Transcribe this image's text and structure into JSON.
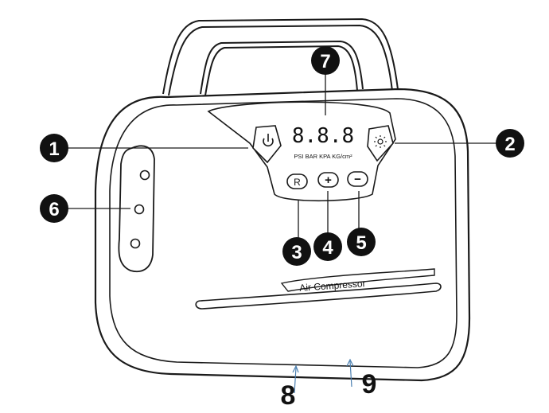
{
  "display": {
    "reading": "8.8.8",
    "units": "PSI  BAR  KPA  KG/cm²"
  },
  "product_label": "Air Compressor",
  "buttons": {
    "reset": "R",
    "plus": "+",
    "minus": "−"
  },
  "callouts": {
    "power": "1",
    "light": "2",
    "reset": "3",
    "plus": "4",
    "minus": "5",
    "side_ports": "6",
    "display": "7",
    "bottom_left": "8",
    "bottom_right": "9"
  },
  "icons": {
    "power": "power-icon",
    "light": "sun-icon"
  },
  "colors": {
    "callout_fill": "#111111",
    "arrow_blue": "#4a7fb0",
    "outline": "#1a1a1a"
  }
}
